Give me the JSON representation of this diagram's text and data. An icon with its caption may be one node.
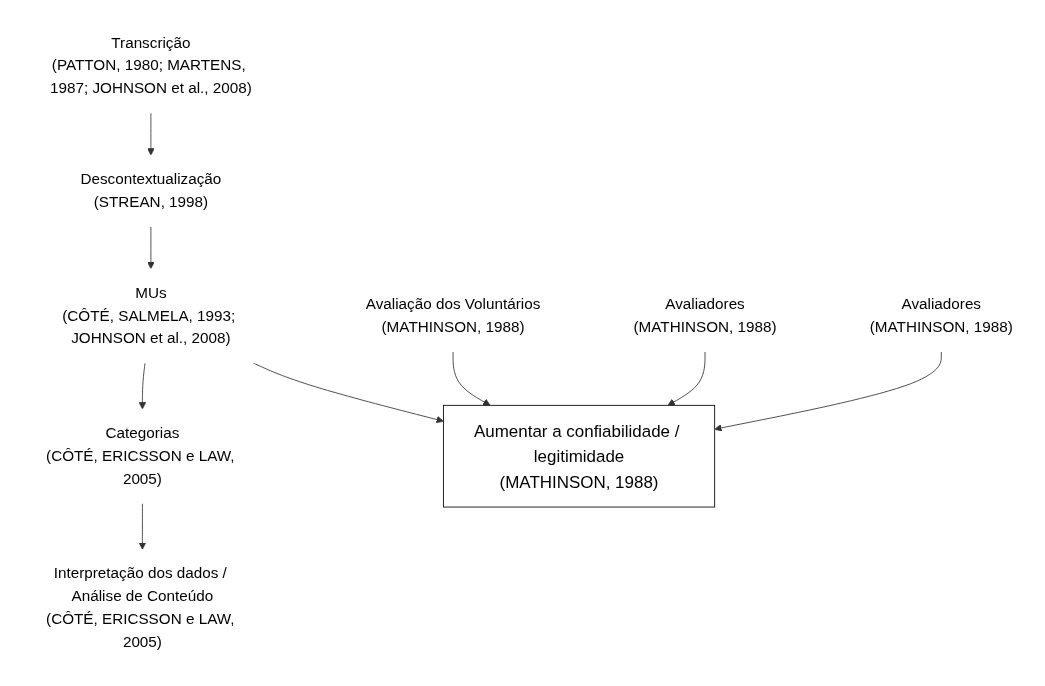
{
  "diagram": {
    "nodes": [
      {
        "text": [
          "Transcrição",
          "(PATTON, 1980; MARTENS, 1987; JOHNSON et al., 2008)"
        ]
      },
      {
        "text": [
          "Avaliadores",
          "(MATHINSON, 1988)"
        ]
      },
      {
        "text": [
          "Interpretação dos dados / Análise de Conteúdo",
          "(CÔTÉ, ERICSSON e LAW, 2005)"
        ]
      },
      {
        "text": [
          "Categorias",
          "(CÔTÉ, ERICSSON e LAW, 2005)"
        ]
      },
      {
        "text": [
          "Descontextualização",
          "(STREAN, 1998)"
        ]
      },
      {
        "text": [
          "Avaliadores",
          "(MATHINSON, 1988)"
        ]
      },
      {
        "text": [
          "Avaliação dos Voluntários",
          "(MATHINSON, 1988)"
        ]
      },
      {
        "text": [
          "MUs",
          "(CÔTÉ, SALMELA, 1993; JOHNSON et al., 2008)"
        ]
      },
      {
        "text": [
          "Aumentar a confiabilidade / legitimidade",
          "(MATHINSON, 1988)"
        ]
      }
    ],
    "edges": [
      {
        "from": 0,
        "to": 4,
        "arrow": "to"
      },
      {
        "from": 4,
        "to": 7,
        "arrow": "to"
      },
      {
        "from": 7,
        "to": 3,
        "arrow": "to"
      },
      {
        "from": 3,
        "to": 2,
        "arrow": "to"
      },
      {
        "from": 1,
        "to": 8,
        "arrow": "to"
      },
      {
        "from": 5,
        "to": 8,
        "arrow": "to"
      },
      {
        "from": 6,
        "to": 8,
        "arrow": "to"
      },
      {
        "from": 7,
        "to": 8,
        "arrow": "to"
      }
    ]
  }
}
